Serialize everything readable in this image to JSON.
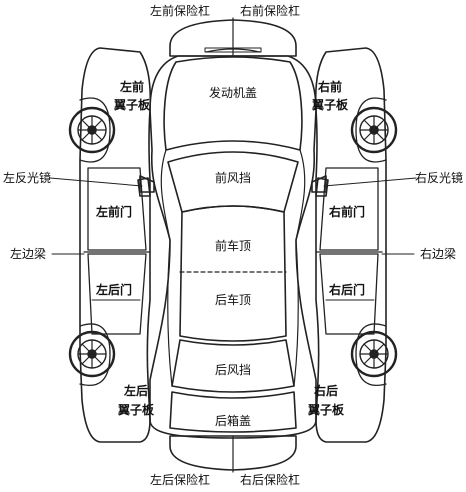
{
  "labels": {
    "front_bumper_left": "左前保险杠",
    "front_bumper_right": "右前保险杠",
    "rear_bumper_left": "左后保险杠",
    "rear_bumper_right": "右后保险杠",
    "hood": "发动机盖",
    "windshield": "前风挡",
    "front_roof": "前车顶",
    "rear_roof": "后车顶",
    "rear_window": "后风挡",
    "trunk": "后箱盖",
    "left_mirror": "左反光镜",
    "right_mirror": "右反光镜",
    "left_sill": "左边梁",
    "right_sill": "右边梁",
    "left_front_door": "左前门",
    "right_front_door": "右前门",
    "left_rear_door": "左后门",
    "right_rear_door": "右后门",
    "left_front_fender_line1": "左前",
    "left_front_fender_line2": "翼子板",
    "right_front_fender_line1": "右前",
    "right_front_fender_line2": "翼子板",
    "left_rear_fender_line1": "左后",
    "left_rear_fender_line2": "翼子板",
    "right_rear_fender_line1": "右后",
    "right_rear_fender_line2": "翼子板"
  }
}
